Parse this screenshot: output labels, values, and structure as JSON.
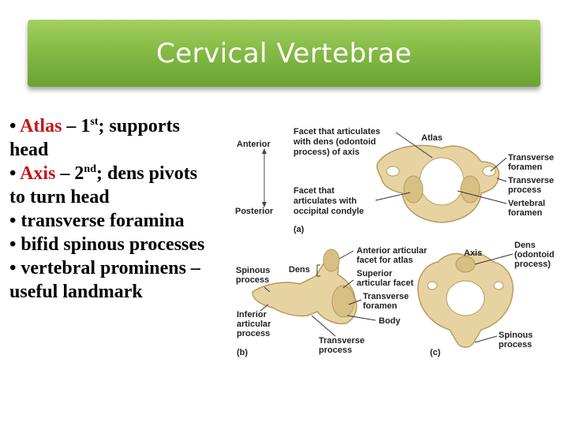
{
  "title": "Cervical Vertebrae",
  "bullets": {
    "b1_name": "Atlas",
    "b1_dash": " – 1",
    "b1_sup": "st",
    "b1_rest": "; supports",
    "b1_line2": "head",
    "b2_name": "Axis",
    "b2_dash": " – 2",
    "b2_sup": "nd",
    "b2_rest": "; dens pivots",
    "b2_line2": "to turn head",
    "b3": "• transverse foramina",
    "b4": "• bifid spinous processes",
    "b5": "• vertebral prominens –",
    "b5_line2": "useful landmark",
    "bullet_char": "• "
  },
  "figure": {
    "orient_anterior": "Anterior",
    "orient_posterior": "Posterior",
    "atlas_facet_dens_1": "Facet that articulates",
    "atlas_facet_dens_2": "with dens (odontoid",
    "atlas_facet_dens_3": "process) of axis",
    "atlas_label": "Atlas",
    "transverse_foramen_1": "Transverse",
    "transverse_foramen_2": "foramen",
    "transverse_process_1": "Transverse",
    "transverse_process_2": "process",
    "vertebral_foramen_1": "Vertebral",
    "vertebral_foramen_2": "foramen",
    "facet_condyle_1": "Facet that",
    "facet_condyle_2": "articulates with",
    "facet_condyle_3": "occipital condyle",
    "panel_a": "(a)",
    "ant_artic_1": "Anterior articular",
    "ant_artic_2": "facet for atlas",
    "axis_label": "Axis",
    "dens_odontoid_1": "Dens",
    "dens_odontoid_2": "(odontoid",
    "dens_odontoid_3": "process)",
    "spinous_1": "Spinous",
    "spinous_2": "process",
    "dens_b": "Dens",
    "sup_artic_1": "Superior",
    "sup_artic_2": "articular facet",
    "trans_foramen_b_1": "Transverse",
    "trans_foramen_b_2": "foramen",
    "body": "Body",
    "inf_artic_1": "Inferior",
    "inf_artic_2": "articular",
    "inf_artic_3": "process",
    "panel_b": "(b)",
    "trans_process_b_1": "Transverse",
    "trans_process_b_2": "process",
    "panel_c": "(c)",
    "spinous_c_1": "Spinous",
    "spinous_c_2": "process"
  },
  "colors": {
    "banner": "#86bb45",
    "highlight": "#c0161b",
    "bone": "#e9d7a8"
  }
}
